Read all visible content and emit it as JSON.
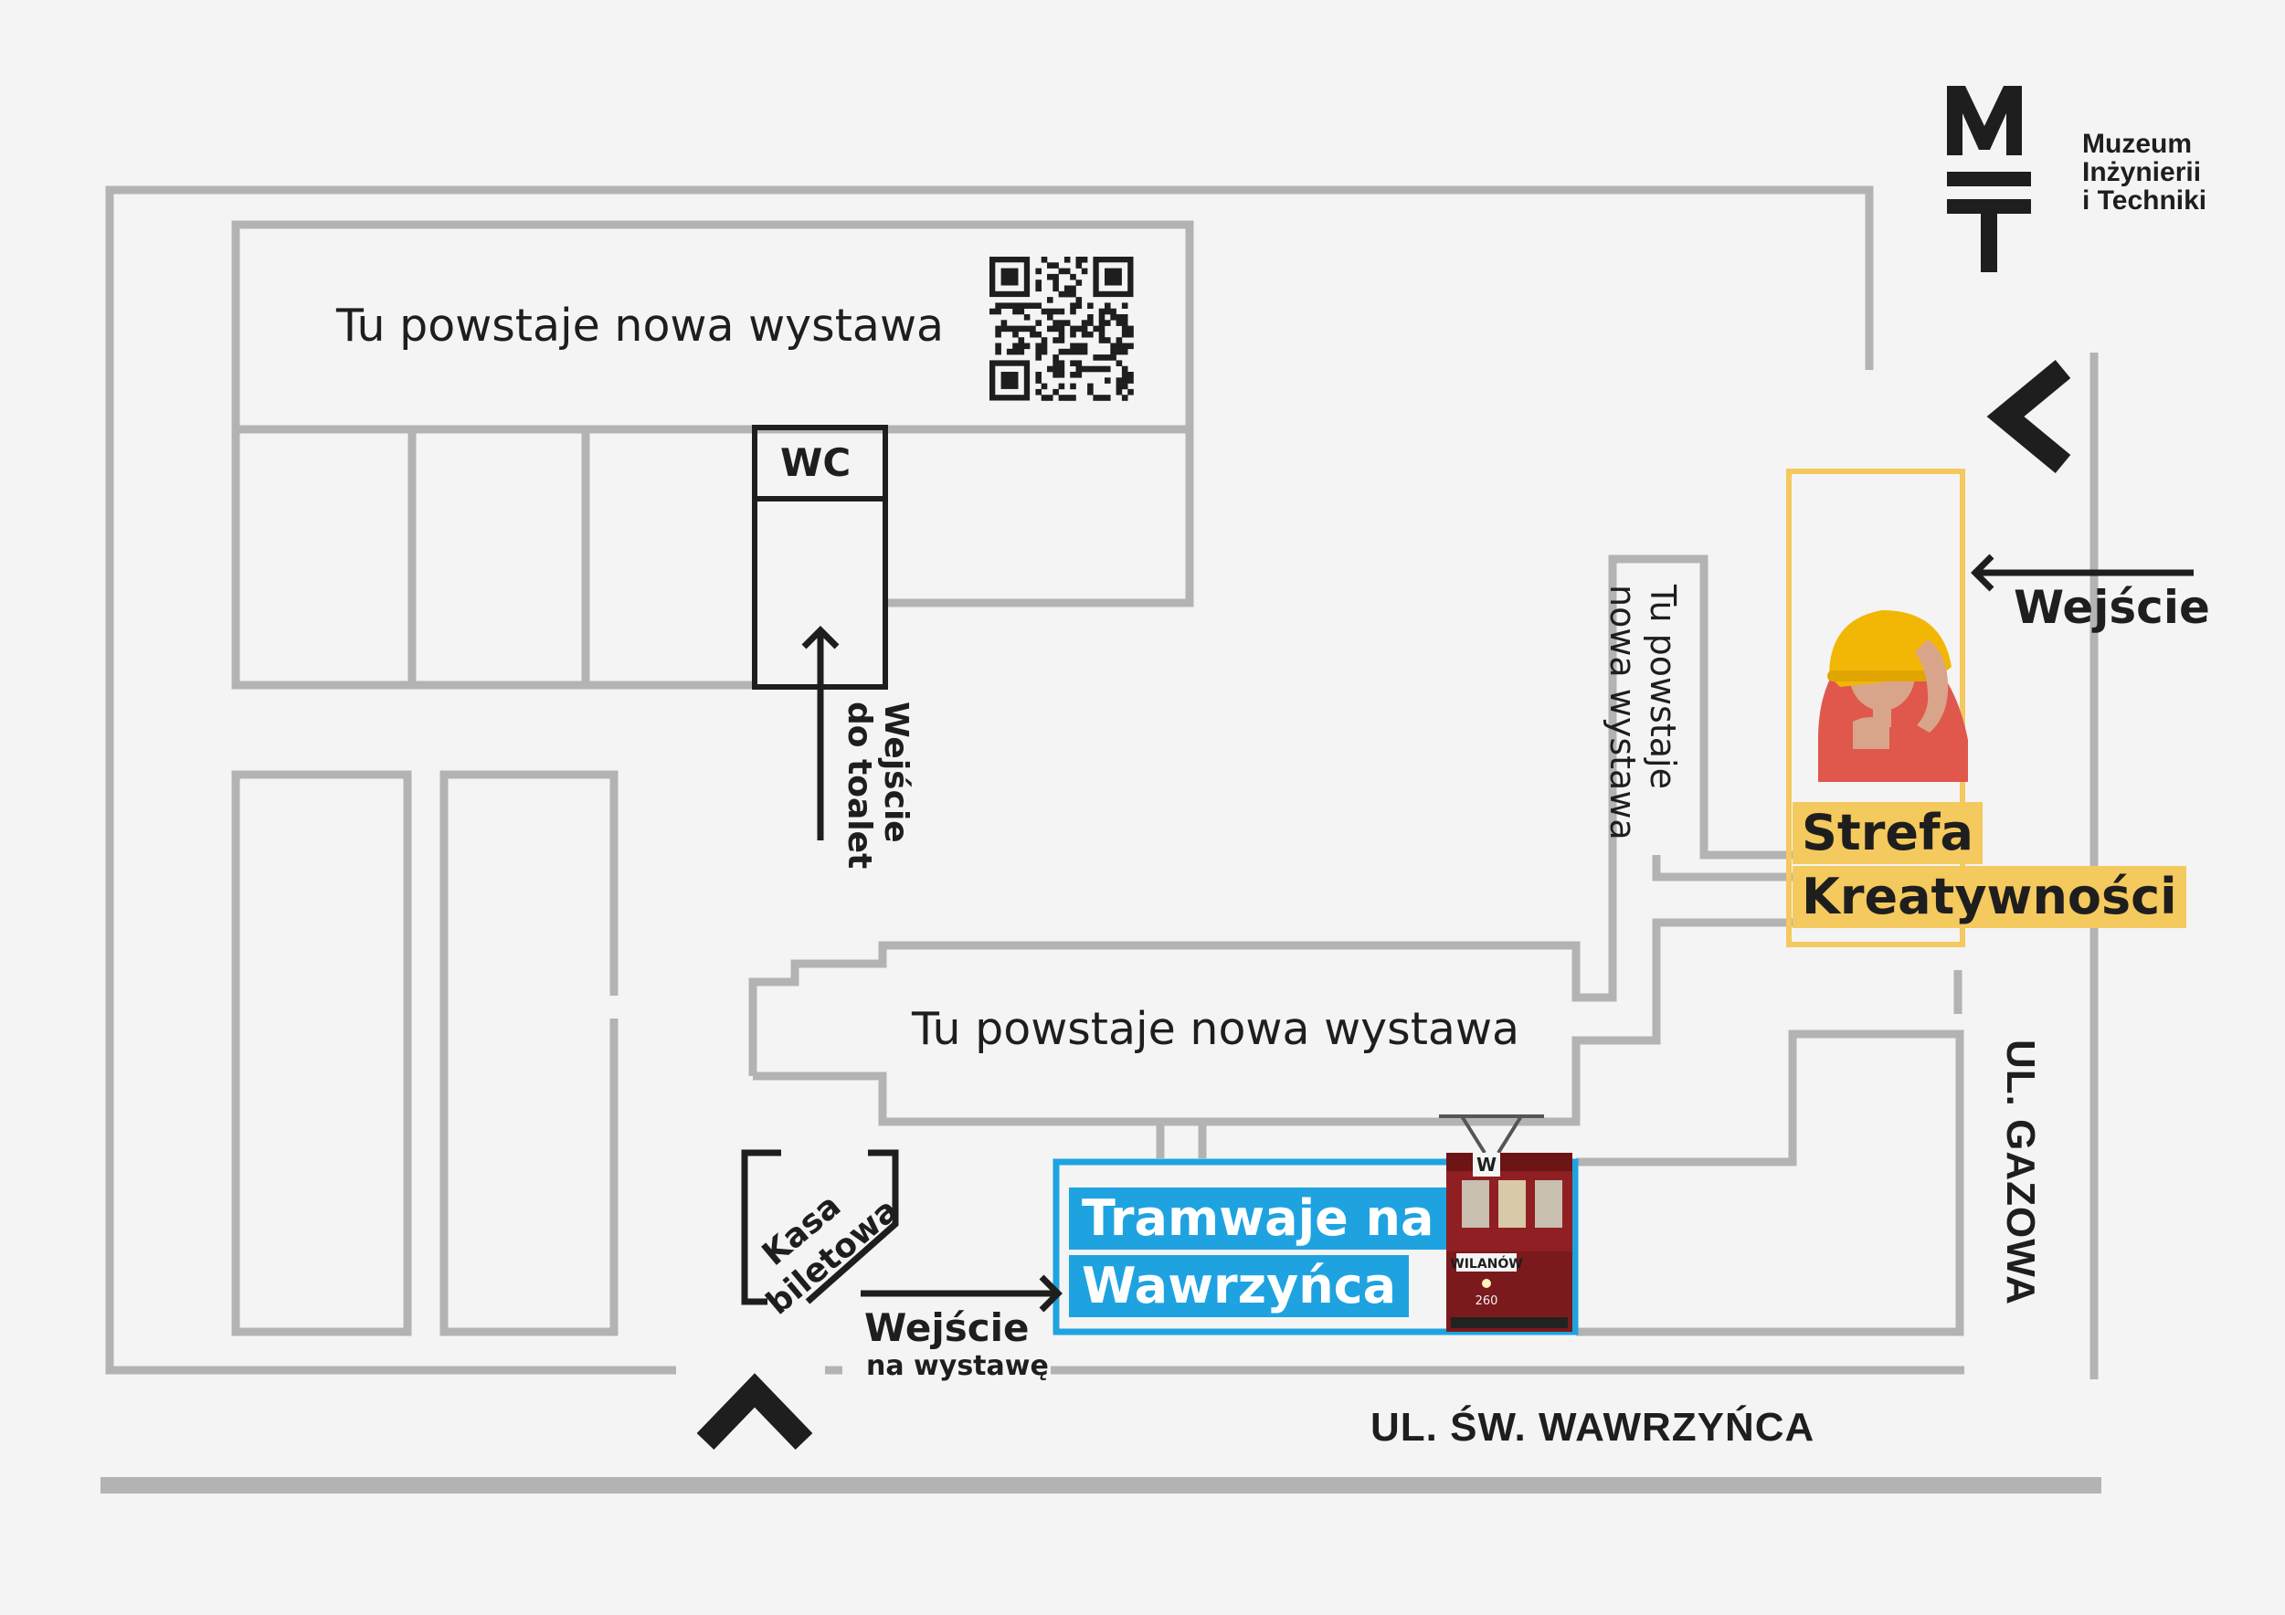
{
  "logo": {
    "mark": "MT",
    "lines": [
      "Muzeum",
      "Inżynierii",
      "i Techniki"
    ]
  },
  "rooms": {
    "top_exhibit": "Tu powstaje nowa wystawa",
    "middle_exhibit": "Tu powstaje nowa wystawa",
    "side_exhibit": [
      "Tu powstaje",
      "nowa wystawa"
    ],
    "wc": "WC"
  },
  "labels": {
    "toilet_entrance": [
      "Wejście",
      "do toalet"
    ],
    "ticket_office": [
      "Kasa",
      "biletowa"
    ],
    "entrance_main": "Wejście",
    "entrance_exhibition": [
      "Wejście",
      "na wystawę"
    ]
  },
  "zones": {
    "trams": {
      "lines": [
        "Tramwaje na",
        "Wawrzyńca"
      ],
      "color": "#1ea3e0",
      "tram_sign": "WILANÓW",
      "tram_number": "260"
    },
    "creative": {
      "lines": [
        "Strefa",
        "Kreatywności"
      ],
      "color": "#f4c95d"
    }
  },
  "streets": {
    "bottom": "UL. ŚW. WAWRZYŃCA",
    "right": "UL. GAZOWA"
  },
  "icons": [
    "qr-code-icon",
    "entrance-chevron-left-icon",
    "entrance-chevron-up-icon",
    "arrow-left-icon",
    "arrow-up-icon",
    "arrow-right-icon"
  ],
  "colors": {
    "walls": "#b3b3b3",
    "ink": "#1e1e1e",
    "background": "#f4f4f4"
  }
}
